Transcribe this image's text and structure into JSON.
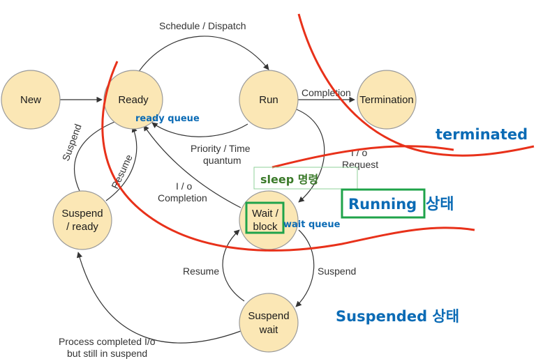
{
  "colors": {
    "node_fill": "#fbe7b5",
    "node_stroke": "#9a9a9a",
    "edge": "#333333",
    "red_curve": "#e8311a",
    "green_box": "#1fa34a",
    "blue_text": "#0b6bb5",
    "green_text": "#3b7a2a"
  },
  "states": {
    "new": "New",
    "ready": "Ready",
    "run": "Run",
    "termination": "Termination",
    "suspend_ready_1": "Suspend",
    "suspend_ready_2": "/ ready",
    "wait_block_1": "Wait /",
    "wait_block_2": "block",
    "suspend_wait_1": "Suspend",
    "suspend_wait_2": "wait"
  },
  "transitions": {
    "schedule_dispatch": "Schedule / Dispatch",
    "completion": "Completion",
    "priority_1": "Priority / Time",
    "priority_2": "quantum",
    "io_request_1": "I / o",
    "io_request_2": "Request",
    "io_completion_1": "I / o",
    "io_completion_2": "Completion",
    "suspend_left": "Suspend",
    "resume_left": "Resume",
    "resume_bottom": "Resume",
    "suspend_bottom": "Suspend",
    "process_completed_1": "Process completed I/o",
    "process_completed_2": "but still in suspend"
  },
  "annotations": {
    "ready_queue": "ready queue",
    "wait_queue": "wait queue",
    "sleep_cmd": "sleep 명령",
    "running_word": "Running",
    "running_suffix": "상태",
    "terminated": "terminated",
    "suspended": "Suspended 상태"
  }
}
